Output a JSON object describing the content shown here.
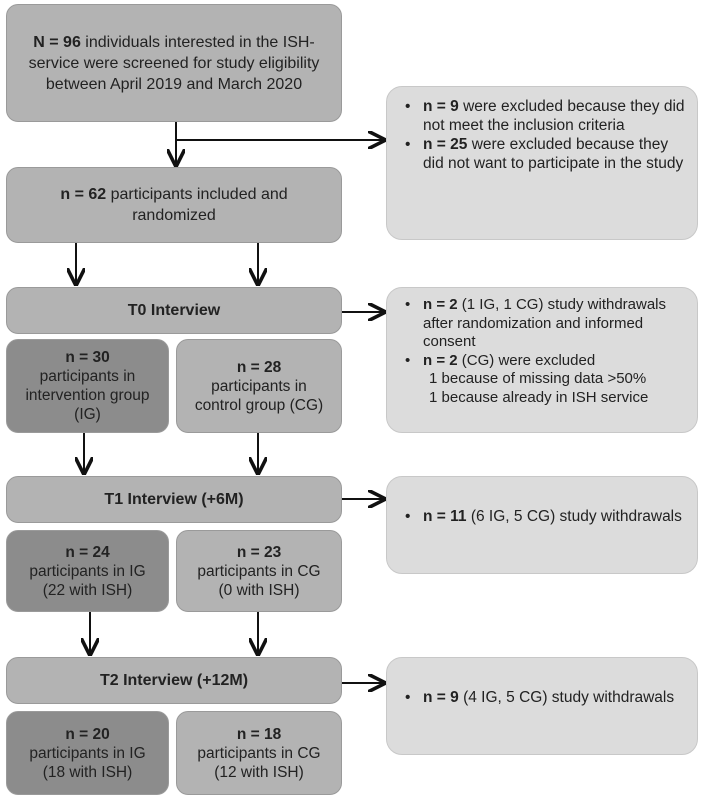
{
  "screening": {
    "n": "N = 96",
    "text": "individuals interested in the ISH-service were screened for study eligibility between April 2019 and March 2020"
  },
  "exclusion_1": {
    "items": [
      {
        "n": "n = 9",
        "text": "were excluded because they did not meet the inclusion criteria"
      },
      {
        "n": "n = 25",
        "text": "were excluded because they did not want to participate in the study"
      }
    ]
  },
  "randomized": {
    "n": "n = 62",
    "text": "participants included and randomized"
  },
  "t0": {
    "label": "T0 Interview"
  },
  "t0_side": {
    "item1": {
      "n": "n = 2",
      "text": "(1 IG, 1 CG) study withdrawals after randomization and informed consent"
    },
    "item2": {
      "n": "n = 2",
      "text": "(CG) were excluded"
    },
    "sub1": "1 because of missing data >50%",
    "sub2": "1 because already in ISH service"
  },
  "ig0": {
    "n": "n = 30",
    "text": "participants in intervention group (IG)"
  },
  "cg0": {
    "n": "n = 28",
    "text": "participants in control group (CG)"
  },
  "t1": {
    "label": "T1 Interview (+6M)"
  },
  "t1_side": {
    "n": "n = 11",
    "text": "(6 IG, 5 CG) study withdrawals"
  },
  "ig1": {
    "n": "n = 24",
    "text": "participants in IG (22 with ISH)"
  },
  "cg1": {
    "n": "n = 23",
    "text": "participants in CG (0 with ISH)"
  },
  "t2": {
    "label": "T2 Interview (+12M)"
  },
  "t2_side": {
    "n": "n = 9",
    "text": "(4 IG, 5 CG) study withdrawals"
  },
  "ig2": {
    "n": "n = 20",
    "text": "participants in IG (18 with ISH)"
  },
  "cg2": {
    "n": "n = 18",
    "text": "participants in CG (12 with ISH)"
  }
}
